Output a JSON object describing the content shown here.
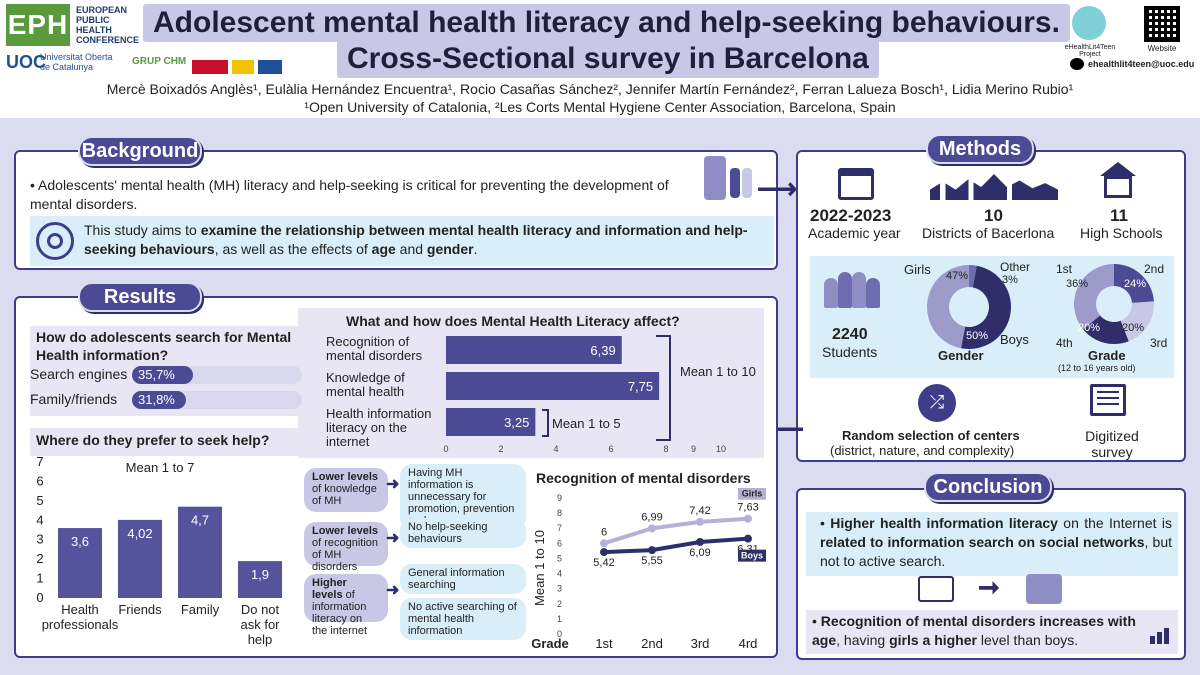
{
  "header": {
    "title_line1": "Adolescent mental health literacy and help-seeking behaviours.",
    "title_line2": "Cross-Sectional survey in Barcelona",
    "authors_line1": "Mercè Boixadós Anglès¹, Eulàlia Hernández Encuentra¹, Rocio Casañas Sánchez², Jennifer Martín Fernández², Ferran Lalueza Bosch¹, Lidia  Merino Rubio¹",
    "authors_line2": "¹Open University of Catalonia, ²Les Corts Mental Hygiene Center Association, Barcelona, Spain",
    "logo_eph": "EPH",
    "logo_eph_text": "EUROPEAN PUBLIC HEALTH CONFERENCE",
    "logo_uoc": "UOC",
    "logo_uoc_text": "Universitat Oberta de Catalunya",
    "logo_chm": "GRUP CHM",
    "project_label": "eHealthLit4Teen Project",
    "website_label": "Website",
    "email": "ehealthlit4teen@uoc.edu"
  },
  "background": {
    "tab": "Background",
    "bullet": "Adolescents' mental health (MH) literacy and help-seeking is critical for preventing the development of mental disorders.",
    "aim_pre": "This study aims to ",
    "aim_bold1": "examine the relationship between mental health literacy and information and help-seeking behaviours",
    "aim_mid": ", as well as the effects of ",
    "aim_bold2": "age",
    "aim_and": " and ",
    "aim_bold3": "gender",
    "aim_end": "."
  },
  "methods": {
    "tab": "Methods",
    "year_value": "2022-2023",
    "year_label": "Academic year",
    "districts_value": "10",
    "districts_label": "Districts of Bacerlona",
    "schools_value": "11",
    "schools_label": "High Schools",
    "students_value": "2240",
    "students_label": "Students",
    "gender_label": "Gender",
    "gender_girls": "Girls",
    "gender_girls_pct": "47%",
    "gender_other": "Other",
    "gender_other_pct": "3%",
    "gender_boys": "Boys",
    "gender_boys_pct": "50%",
    "grade_label": "Grade",
    "grade_sub": "(12 to 16 years old)",
    "grade_1st": "1st",
    "grade_1st_pct": "36%",
    "grade_2nd": "2nd",
    "grade_2nd_pct": "24%",
    "grade_3rd": "3rd",
    "grade_3rd_pct": "20%",
    "grade_4th": "4th",
    "grade_4th_pct": "20%",
    "random_title": "Random selection of centers",
    "random_sub": "(district, nature, and complexity)",
    "survey_label": "Digitized survey"
  },
  "results": {
    "tab": "Results",
    "search_title": "How do adolescents search for Mental Health information?",
    "search_items": [
      {
        "label": "Search engines",
        "value": "35,7%",
        "pct": 35.7
      },
      {
        "label": "Family/friends",
        "value": "31,8%",
        "pct": 31.8
      }
    ],
    "help_title": "Where do they prefer to seek help?",
    "mhl_title": "What and how does Mental Health Literacy affect?",
    "mean_1_10": "Mean 1 to 10",
    "mean_1_5": "Mean 1 to 5",
    "levels": [
      {
        "head": "Lower levels",
        "rest": "of knowledge of MH",
        "outcome": "Having MH information is unnecessary for promotion, prevention and care"
      },
      {
        "head": "Lower levels",
        "rest": "of recognition of MH disorders",
        "outcome": "No help-seeking behaviours"
      },
      {
        "head": "Higher levels",
        "rest": "of information literacy on the internet",
        "outcome": "General information searching",
        "outcome2": "No active searching of mental health information"
      }
    ],
    "rec_title": "Recognition of mental disorders"
  },
  "conclusion": {
    "tab": "Conclusion",
    "p1_b1": "Higher health information literacy",
    "p1_t1": " on the Internet is ",
    "p1_b2": "related to information search on social networks",
    "p1_t2": ", but not to active search.",
    "p2_b1": "Recognition of mental disorders increases with age",
    "p2_t1": ", having ",
    "p2_b2": "girls a higher",
    "p2_t2": " level than boys."
  },
  "chart_data": [
    {
      "type": "bar",
      "title": "Where do they prefer to seek help?",
      "subtitle": "Mean 1 to 7",
      "categories": [
        "Health professionals",
        "Friends",
        "Family",
        "Do not ask for help"
      ],
      "values": [
        3.6,
        4.02,
        4.7,
        1.9
      ],
      "value_labels": [
        "3,6",
        "4,02",
        "4,7",
        "1,9"
      ],
      "ylim": [
        0,
        7
      ],
      "yticks": [
        0,
        1,
        2,
        3,
        4,
        5,
        6,
        7
      ]
    },
    {
      "type": "bar",
      "orientation": "horizontal",
      "title": "What and how does Mental Health Literacy affect?",
      "categories": [
        "Recognition of mental disorders",
        "Knowledge of mental health",
        "Health information literacy on the internet"
      ],
      "values": [
        6.39,
        7.75,
        3.25
      ],
      "value_labels": [
        "6,39",
        "7,75",
        "3,25"
      ],
      "xlim": [
        0,
        10
      ],
      "xticks": [
        0,
        2,
        4,
        6,
        8,
        9,
        10
      ]
    },
    {
      "type": "line",
      "title": "Recognition of mental disorders",
      "xlabel": "Grade",
      "ylabel": "Mean 1 to 10",
      "categories": [
        "1st",
        "2nd",
        "3rd",
        "4rd"
      ],
      "ylim": [
        0,
        9
      ],
      "yticks": [
        0,
        1,
        2,
        3,
        4,
        5,
        6,
        7,
        8,
        9
      ],
      "series": [
        {
          "name": "Girls",
          "values": [
            6,
            6.99,
            7.42,
            7.63
          ],
          "labels": [
            "6",
            "6,99",
            "7,42",
            "7,63"
          ],
          "color": "#b3b2d6"
        },
        {
          "name": "Boys",
          "values": [
            5.42,
            5.55,
            6.09,
            6.31
          ],
          "labels": [
            "5,42",
            "5,55",
            "6,09",
            "6,31"
          ],
          "color": "#2f2e6a"
        }
      ]
    },
    {
      "type": "pie",
      "title": "Gender",
      "categories": [
        "Girls",
        "Other",
        "Boys"
      ],
      "values": [
        47,
        3,
        50
      ],
      "colors": [
        "#9c9bc9",
        "#6e6cb0",
        "#2f2e6a"
      ]
    },
    {
      "type": "pie",
      "title": "Grade",
      "categories": [
        "1st",
        "2nd",
        "3rd",
        "4th"
      ],
      "values": [
        36,
        24,
        20,
        20
      ],
      "colors": [
        "#9c9bc9",
        "#4b4a94",
        "#c9c7e6",
        "#2f2e6a"
      ]
    }
  ]
}
